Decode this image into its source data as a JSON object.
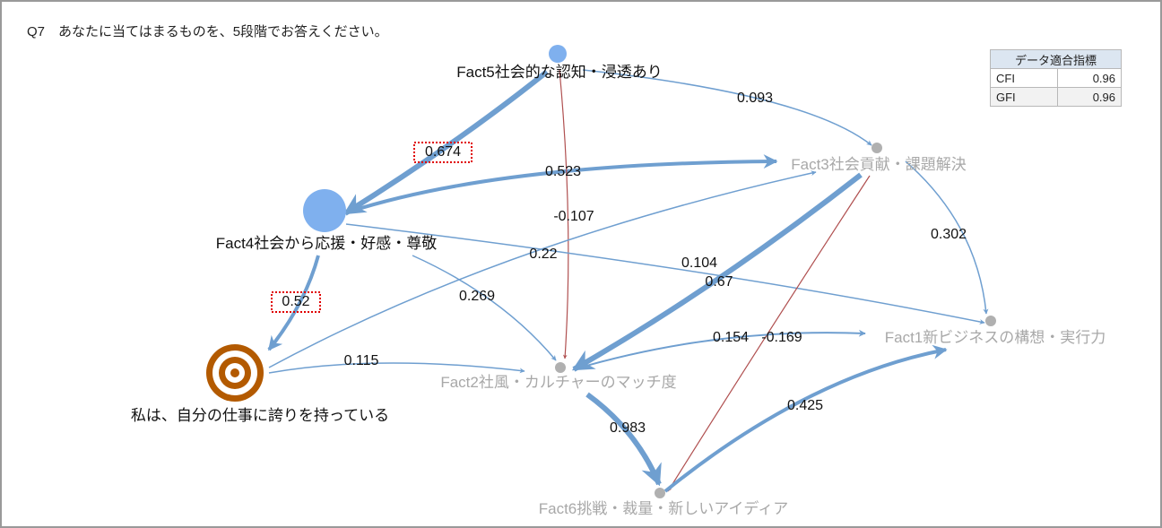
{
  "question": "Q7　あなたに当てはまるものを、5段階でお答えください。",
  "fit_table": {
    "header": "データ適合指標",
    "rows": [
      {
        "label": "CFI",
        "value": "0.96"
      },
      {
        "label": "GFI",
        "value": "0.96"
      }
    ]
  },
  "nodes": [
    {
      "id": "F5",
      "label": "Fact5社会的な認知・浸透あり",
      "style": "active"
    },
    {
      "id": "F4",
      "label": "Fact4社会から応援・好感・尊敬",
      "style": "active"
    },
    {
      "id": "F3",
      "label": "Fact3社会貢献・課題解決",
      "style": "muted"
    },
    {
      "id": "F1",
      "label": "Fact1新ビジネスの構想・実行力",
      "style": "muted"
    },
    {
      "id": "F2",
      "label": "Fact2社風・カルチャーのマッチ度",
      "style": "muted"
    },
    {
      "id": "F6",
      "label": "Fact6挑戦・裁量・新しいアイディア",
      "style": "muted"
    },
    {
      "id": "T",
      "label": "私は、自分の仕事に誇りを持っている",
      "style": "target"
    }
  ],
  "edges": [
    {
      "from": "F5",
      "to": "F4",
      "value": "0.674",
      "highlight": true
    },
    {
      "from": "F4",
      "to": "F3",
      "value": "0.523"
    },
    {
      "from": "F5",
      "to": "F3",
      "value": "0.093"
    },
    {
      "from": "F5",
      "to": "F2",
      "value": "-0.107",
      "negative": true
    },
    {
      "from": "F4",
      "to": "F1",
      "value": "0.104"
    },
    {
      "from": "F4",
      "to": "F2",
      "value": "0.269"
    },
    {
      "from": "F4",
      "to": "T",
      "value": "0.52",
      "highlight": true
    },
    {
      "from": "T",
      "to": "F3",
      "value": "0.22"
    },
    {
      "from": "T",
      "to": "F2",
      "value": "0.115"
    },
    {
      "from": "F3",
      "to": "F2",
      "value": "0.67"
    },
    {
      "from": "F3",
      "to": "F1",
      "value": "0.302"
    },
    {
      "from": "F3",
      "to": "F6",
      "value": "-0.169",
      "negative": true
    },
    {
      "from": "F2",
      "to": "F1",
      "value": "0.154"
    },
    {
      "from": "F2",
      "to": "F6",
      "value": "0.983"
    },
    {
      "from": "F6",
      "to": "F1",
      "value": "0.425"
    }
  ],
  "colors": {
    "positive": "#6f9fd0",
    "negative": "#b05050",
    "node_active": "#7fb0ee",
    "node_muted": "#b0b0b0",
    "target": "#b35a00",
    "highlight_box": "#e00000"
  }
}
